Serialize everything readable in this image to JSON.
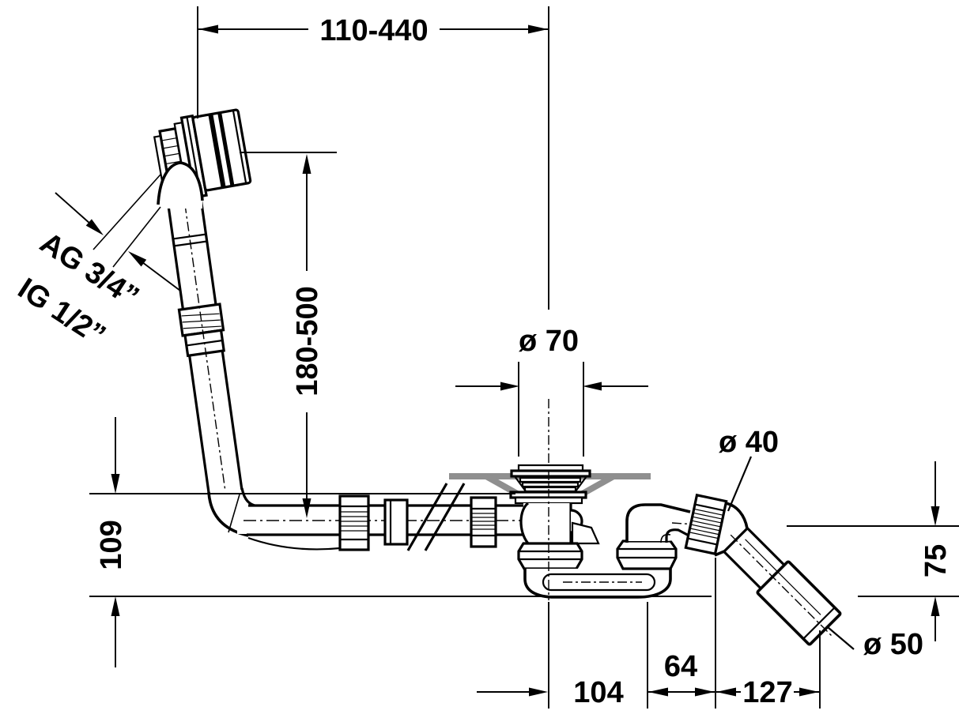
{
  "labels": {
    "width_range": "110-440",
    "height_range": "180-500",
    "drain_diameter": "ø 70",
    "outlet_diameter": "ø 40",
    "end_diameter": "ø 50",
    "height_left": "109",
    "height_right": "75",
    "offset_center": "104",
    "offset_mid": "64",
    "offset_outlet": "127",
    "thread_external": "AG 3/4”",
    "thread_internal": "IG 1/2”"
  },
  "colors": {
    "line": "#000000",
    "tub_section": "#8f8f8f",
    "background": "#ffffff"
  }
}
